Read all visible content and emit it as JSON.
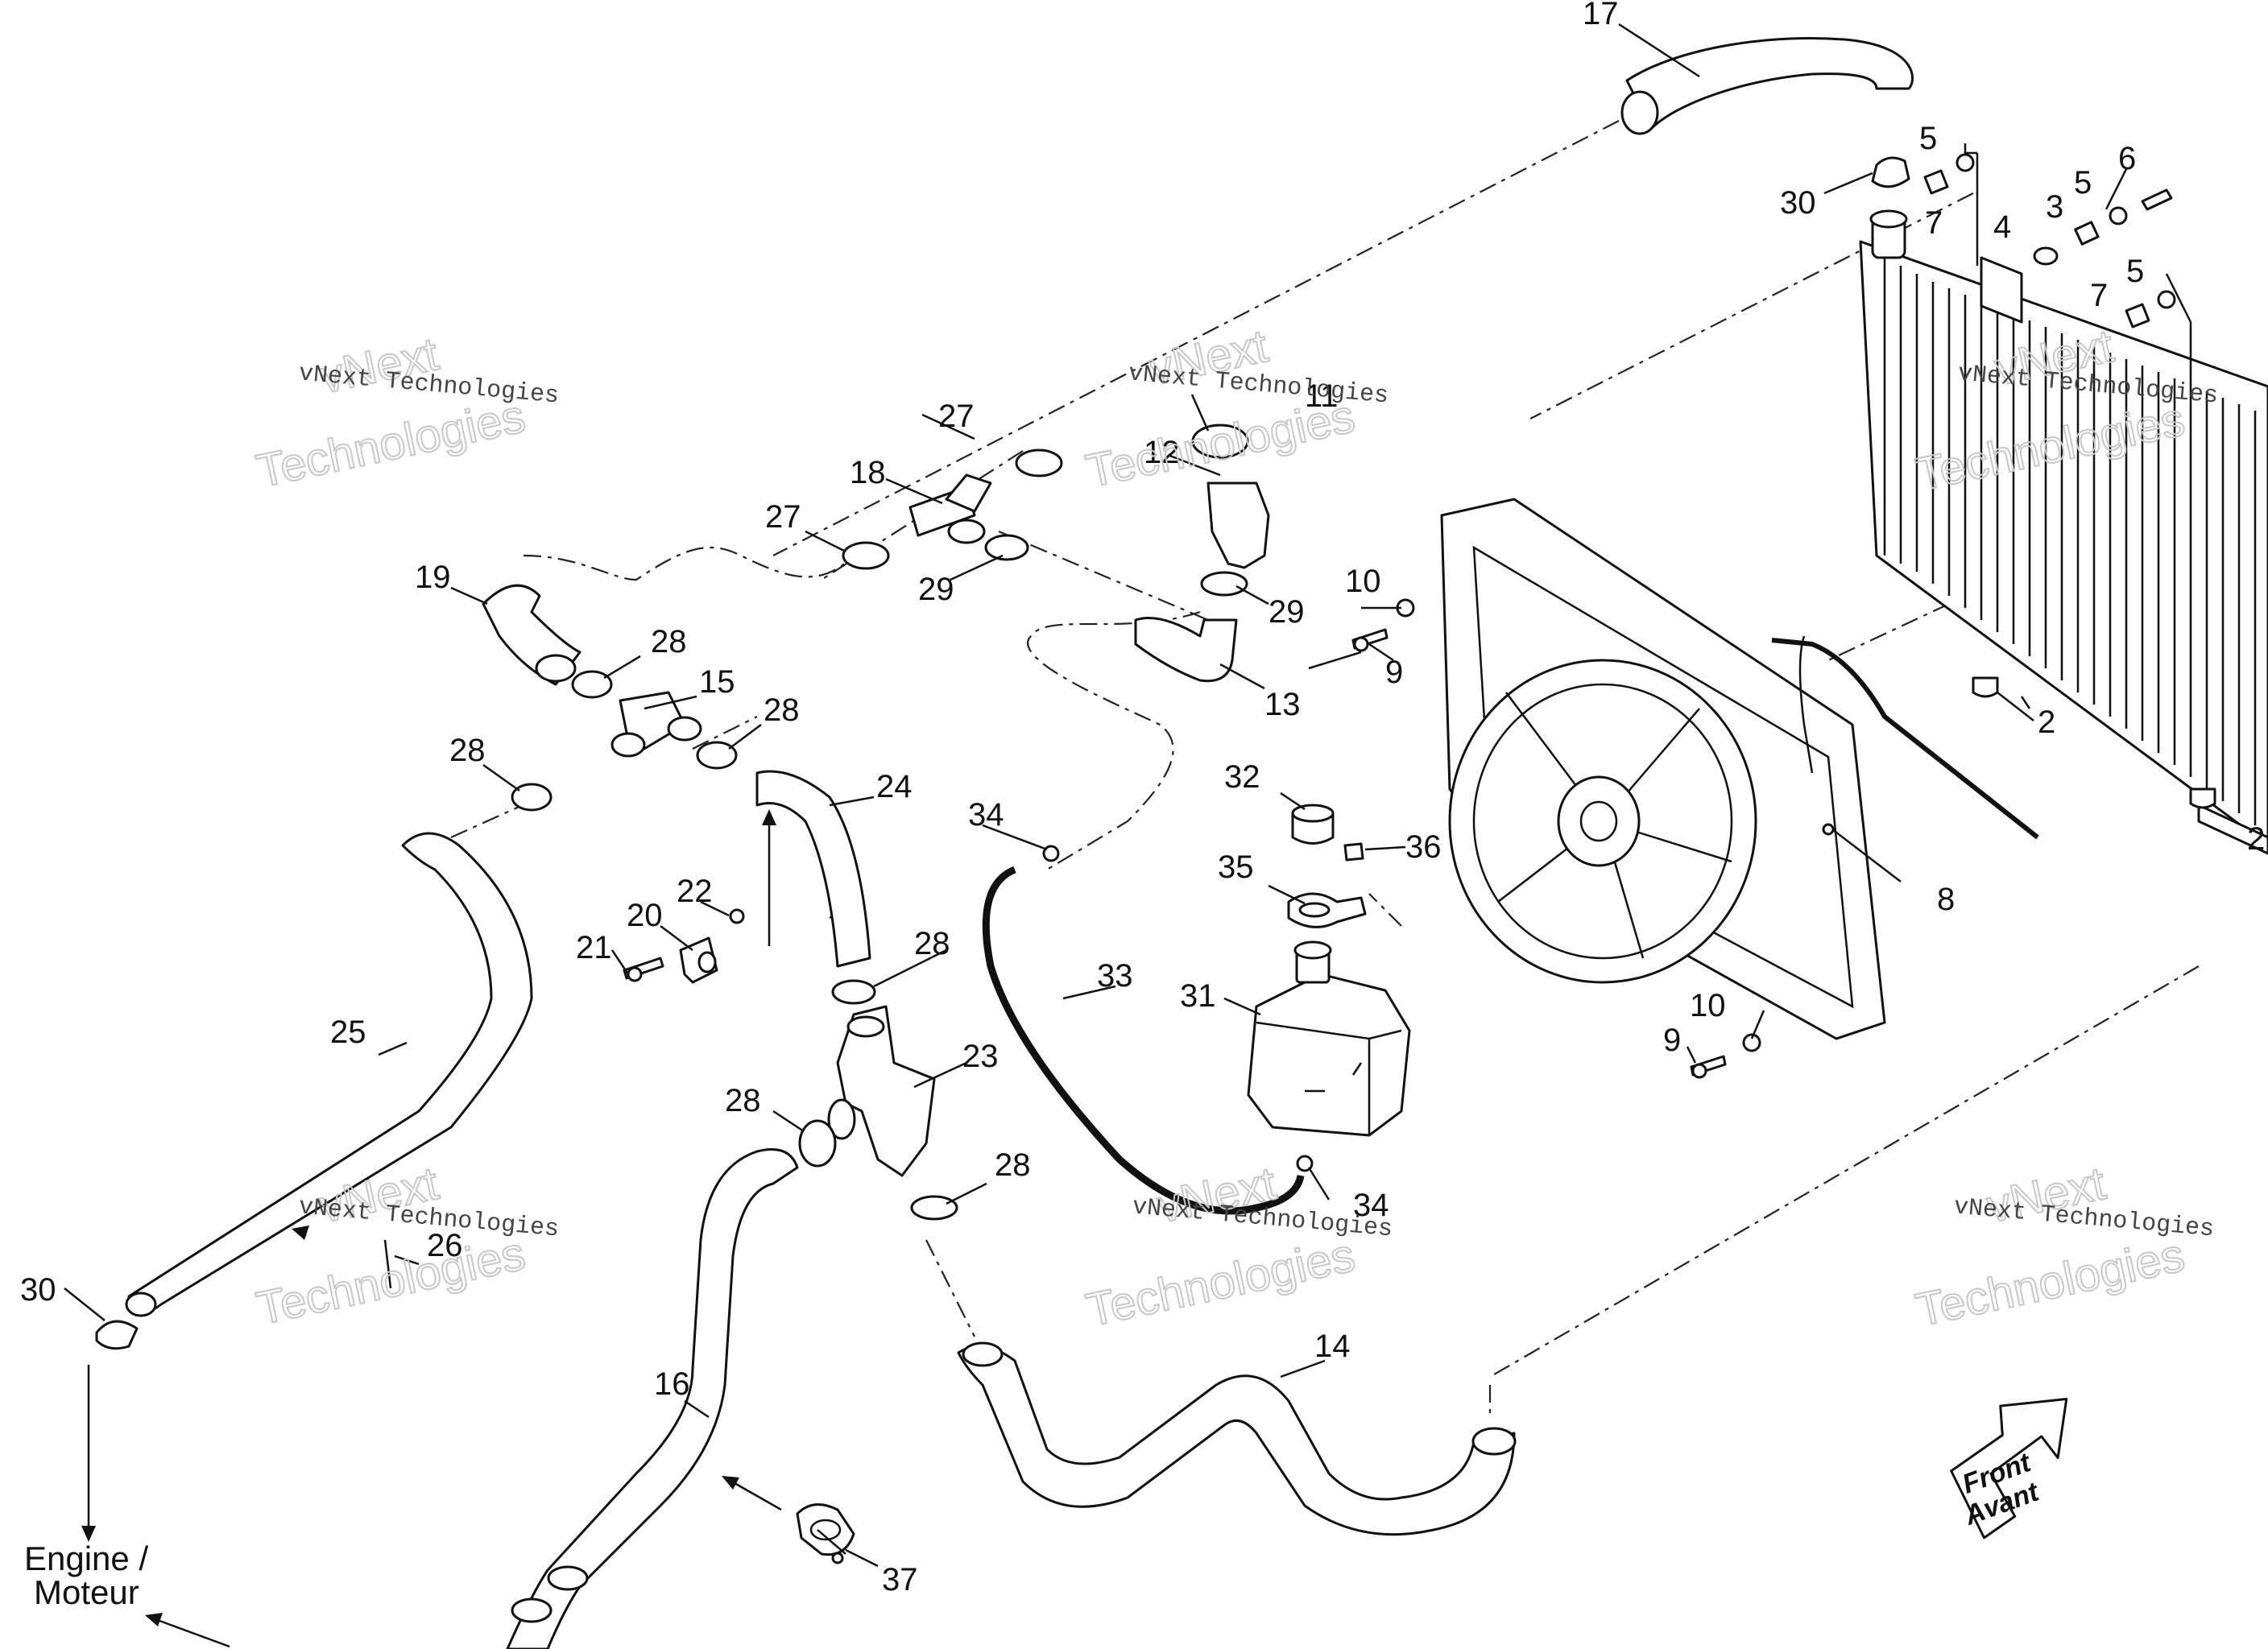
{
  "watermark": {
    "company": "vNext Technologies",
    "word1": "vNext",
    "word2": "Technologies"
  },
  "callouts": {
    "c2": "2",
    "c3": "3",
    "c4": "4",
    "c5": "5",
    "c6": "6",
    "c7": "7",
    "c8": "8",
    "c9": "9",
    "c10": "10",
    "c11": "11",
    "c12": "12",
    "c13": "13",
    "c14": "14",
    "c15": "15",
    "c16": "16",
    "c17": "17",
    "c18": "18",
    "c19": "19",
    "c20": "20",
    "c21": "21",
    "c22": "22",
    "c23": "23",
    "c24": "24",
    "c25": "25",
    "c26": "26",
    "c27": "27",
    "c28": "28",
    "c29": "29",
    "c30": "30",
    "c31": "31",
    "c32": "32",
    "c33": "33",
    "c34": "34",
    "c35": "35",
    "c36": "36",
    "c37": "37"
  },
  "engine_label": {
    "line1": "Engine /",
    "line2": "Moteur"
  },
  "front_arrow": {
    "line1": "Front",
    "line2": "Avant"
  }
}
